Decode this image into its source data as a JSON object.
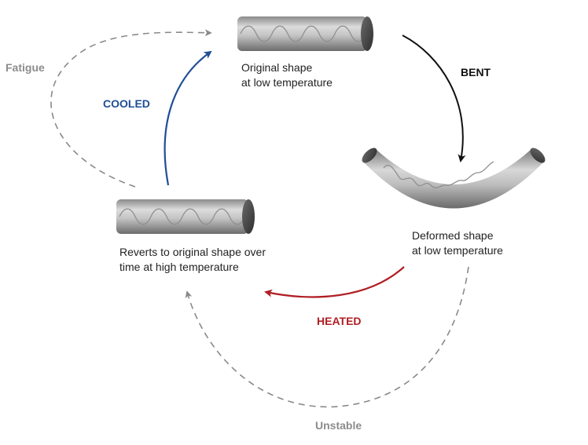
{
  "colors": {
    "cooled": "#1f4e96",
    "heated": "#b01e23",
    "bent": "#111111",
    "dashed": "#8a8a8a",
    "muted_text": "#8c8c8c",
    "body_text": "#222222"
  },
  "icons": {
    "spring_straight": "straight-spring-wire-icon",
    "spring_bent": "bent-spring-wire-icon"
  },
  "stages": {
    "original": {
      "line1": "Original shape",
      "line2": "at low temperature"
    },
    "deformed": {
      "line1": "Deformed shape",
      "line2": "at low temperature"
    },
    "reverts": {
      "line1": "Reverts to original shape over",
      "line2": "time at high temperature"
    }
  },
  "transitions": {
    "bent": "BENT",
    "heated": "HEATED",
    "cooled": "COOLED",
    "fatigue": "Fatigue",
    "unstable": "Unstable"
  }
}
